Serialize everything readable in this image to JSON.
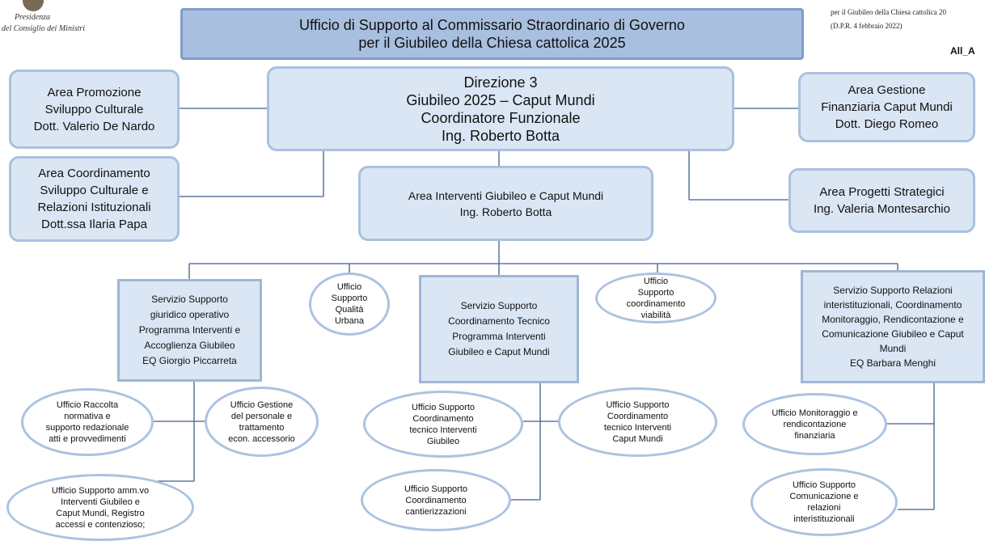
{
  "logo": {
    "line1": "Presidenza",
    "line2": "del Consiglio dei Ministri"
  },
  "note": {
    "line1": "per il Giubileo della Chiesa cattolica 20",
    "line2": "(D.P.R. 4 febbraio 2022)",
    "tag": "All_A"
  },
  "nodes": {
    "header": "Ufficio di Supporto al Commissario Straordinario di Governo\nper il Giubileo della Chiesa cattolica 2025",
    "direzione": "Direzione 3\nGiubileo 2025 – Caput Mundi\nCoordinatore Funzionale\nIng. Roberto Botta",
    "area_promozione": "Area Promozione\nSviluppo Culturale\nDott. Valerio De Nardo",
    "area_coordinamento": "Area Coordinamento\nSviluppo Culturale e\nRelazioni Istituzionali\nDott.ssa Ilaria Papa",
    "area_gestione": "Area  Gestione\nFinanziaria Caput Mundi\nDott. Diego Romeo",
    "area_progetti": "Area  Progetti Strategici\nIng. Valeria Montesarchio",
    "area_interventi": "Area Interventi Giubileo e Caput Mundi\nIng. Roberto Botta",
    "servizio_giuridico": "Servizio Supporto\ngiuridico operativo\nProgramma Interventi e\nAccoglienza Giubileo\nEQ Giorgio Piccarreta",
    "ufficio_qualita": "Ufficio\nSupporto\nQualità\nUrbana",
    "servizio_tecnico": "Servizio  Supporto\nCoordinamento Tecnico\nProgramma Interventi\nGiubileo e Caput Mundi",
    "ufficio_viabilita": "Ufficio\nSupporto\ncoordinamento\nviabilità",
    "servizio_relazioni": "Servizio Supporto Relazioni\ninteristituzionali, Coordinamento\nMonitoraggio, Rendicontazione e\nComunicazione Giubileo e Caput\nMundi\nEQ Barbara Menghi",
    "ufficio_raccolta": "Ufficio Raccolta\nnormativa e\nsupporto redazionale\natti e provvedimenti",
    "ufficio_gestione_personale": "Ufficio Gestione\ndel personale e\ntrattamento\necon. accessorio",
    "ufficio_amm": "Ufficio Supporto amm.vo\nInterventi Giubileo e\nCaput Mundi, Registro\naccessi e contenzioso;",
    "ufficio_tec_giubileo": "Ufficio Supporto\nCoordinamento\ntecnico Interventi\nGiubileo",
    "ufficio_tec_caput": "Ufficio Supporto\nCoordinamento\ntecnico Interventi\nCaput Mundi",
    "ufficio_cantierizzazioni": "Ufficio Supporto\nCoordinamento\ncantierizzazioni",
    "ufficio_monitoraggio": "Ufficio Monitoraggio e\nrendicontazione\nfinanziaria",
    "ufficio_comunicazione": "Ufficio Supporto\nComunicazione e\nrelazioni\ninteristituzionali"
  },
  "colors": {
    "box_fill": "#dbe6f4",
    "box_border": "#a9c1df",
    "header_fill": "#a9bfe0",
    "connector": "#3f5f8c"
  }
}
